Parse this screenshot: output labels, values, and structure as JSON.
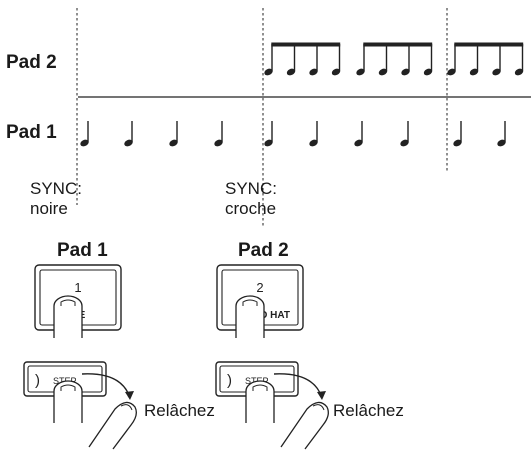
{
  "tracks": {
    "pad2_label": "Pad 2",
    "pad1_label": "Pad 1"
  },
  "sync_notes": [
    {
      "line1": "SYNC:",
      "line2": "noire"
    },
    {
      "line1": "SYNC:",
      "line2": "croche"
    }
  ],
  "pads": [
    {
      "title": "Pad 1",
      "number": "1",
      "name": "NARE"
    },
    {
      "title": "Pad 2",
      "number": "2",
      "name": "OSED HAT"
    }
  ],
  "step_buttons": [
    {
      "label": "STEP",
      "bracket": ")",
      "release_text": "Relâchez"
    },
    {
      "label": "STEP",
      "bracket": ")",
      "release_text": "Relâchez"
    }
  ],
  "notation": {
    "pad1_note": "quarter",
    "pad2_note": "eighth",
    "pad1_notes_count": 10,
    "pad2_beam_groups": 3,
    "pad2_notes_per_group": 4
  }
}
